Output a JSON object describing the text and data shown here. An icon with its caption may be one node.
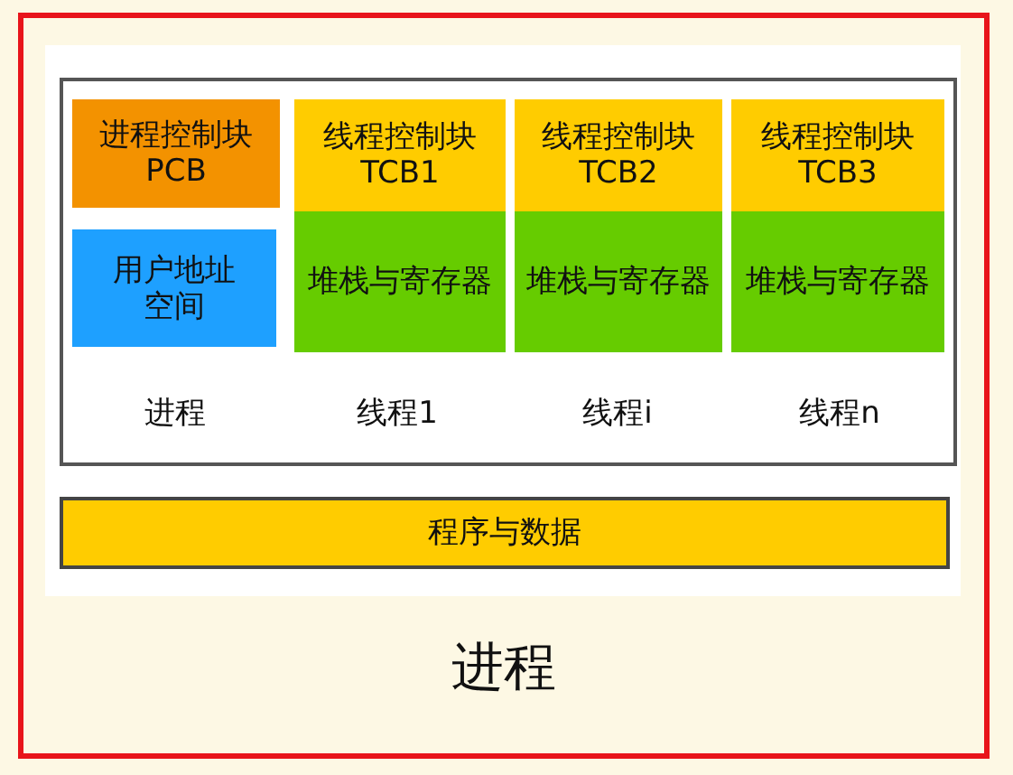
{
  "diagram": {
    "nodes": [
      {
        "text": [
          "进程"
        ]
      },
      {
        "text": [],
        "shape": "box",
        "in": 0
      },
      {
        "text": [
          "进程控制块 PCB"
        ],
        "in": 1
      },
      {
        "text": [
          "线程控制块 TCB1"
        ],
        "in": 1
      },
      {
        "text": [
          "线程控制块 TCB2"
        ],
        "in": 1
      },
      {
        "text": [
          "线程控制块 TCB3"
        ],
        "in": 1
      },
      {
        "text": [
          "用户地址空间"
        ],
        "in": 1
      },
      {
        "text": [
          "堆栈与寄存器"
        ],
        "in": 1
      },
      {
        "text": [
          "堆栈与寄存器"
        ],
        "in": 1
      },
      {
        "text": [
          "堆栈与寄存器"
        ],
        "in": 1
      },
      {
        "text": [
          "程序与数据"
        ],
        "in": 0
      }
    ],
    "edges": [],
    "labels": [
      "进程",
      "线程1",
      "线程i",
      "线程n"
    ]
  }
}
